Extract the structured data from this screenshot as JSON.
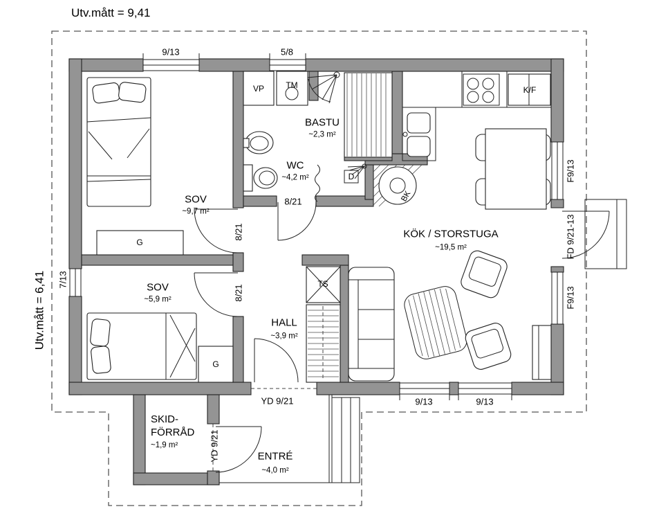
{
  "dimensions": {
    "width_label": "Utv.mått = 9,41",
    "height_label": "Utv.mått = 6,41"
  },
  "rooms": {
    "sov1": {
      "name": "SOV",
      "area": "~9,7 m²"
    },
    "sov2": {
      "name": "SOV",
      "area": "~5,9 m²"
    },
    "wc": {
      "name": "WC",
      "area": "~4,2 m²"
    },
    "bastu": {
      "name": "BASTU",
      "area": "~2,3 m²"
    },
    "kok": {
      "name": "KÖK / STORSTUGA",
      "area": "~19,5 m²"
    },
    "hall": {
      "name": "HALL",
      "area": "~3,9 m²"
    },
    "skidforrad": {
      "name_line1": "SKID-",
      "name_line2": "FÖRRÅD",
      "area": "~1,9 m²"
    },
    "entre": {
      "name": "ENTRÉ",
      "area": "~4,0 m²"
    }
  },
  "fixtures": {
    "heat_pump": "VP",
    "washing_machine": "TM",
    "shower": "D",
    "drying_cabinet": "TS",
    "stove": "BK",
    "fridge_freezer": "K/F",
    "wardrobe_sov1": "G",
    "wardrobe_sov2": "G"
  },
  "openings": {
    "window_top_left": "9/13",
    "window_top_mid": "5/8",
    "window_left": "7/13",
    "window_right_top": "F9/13",
    "door_right": "FD 9/21-13",
    "window_right_bottom": "F9/13",
    "window_bottom_left": "9/13",
    "window_bottom_right": "9/13",
    "door_hall": "YD 9/21",
    "door_skidforrad": "YD 9/21",
    "door_sov1": "8/21",
    "door_sov2": "8/21",
    "door_wc": "8/21"
  },
  "colors": {
    "wall_fill": "#949494",
    "line": "#222222"
  }
}
